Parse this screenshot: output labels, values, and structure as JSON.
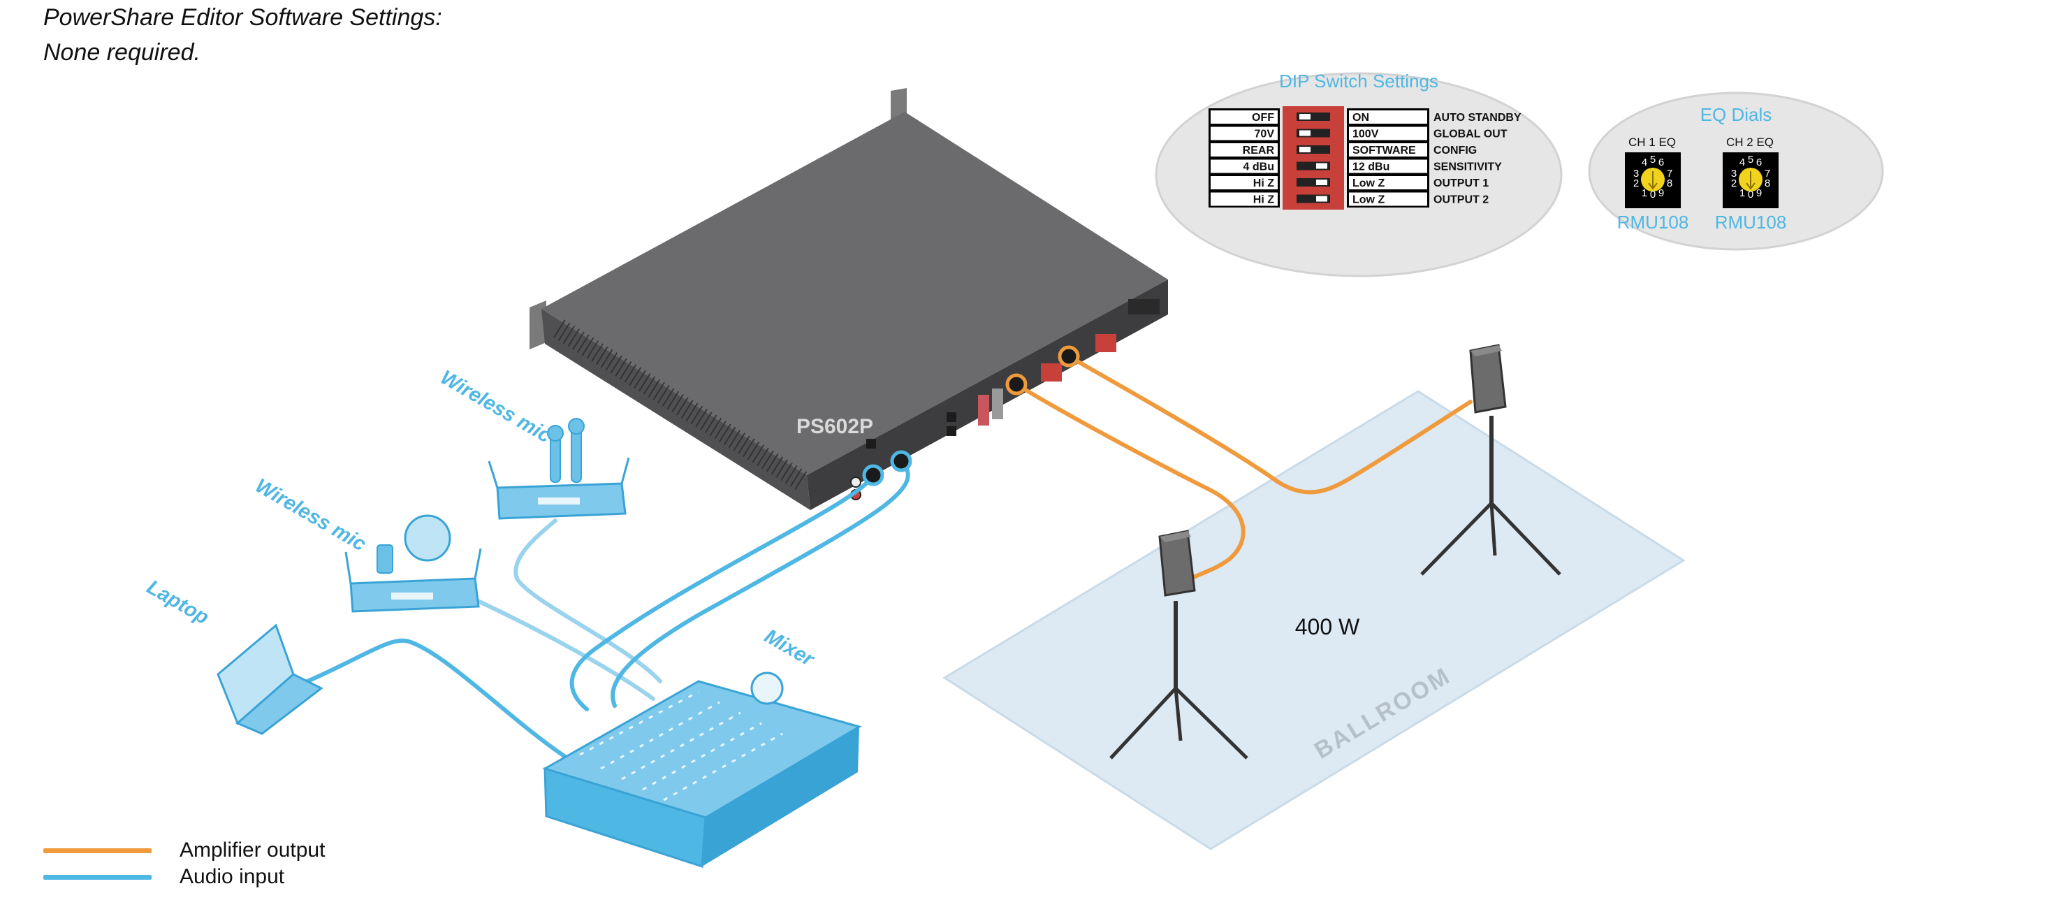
{
  "notes": {
    "line1": "PowerShare Editor Software Settings:",
    "line2": "None required."
  },
  "amplifier": {
    "model": "PS602P"
  },
  "devices": {
    "wireless_mic_top": "Wireless mic",
    "wireless_mic_headset": "Wireless mic",
    "laptop": "Laptop",
    "mixer": "Mixer"
  },
  "room": {
    "label": "BALLROOM",
    "power": "400 W"
  },
  "dip_switch": {
    "title": "DIP Switch Settings",
    "left_labels": [
      "OFF",
      "70V",
      "REAR",
      "4 dBu",
      "Hi Z",
      "Hi Z"
    ],
    "right_labels": [
      "ON",
      "100V",
      "SOFTWARE",
      "12 dBu",
      "Low Z",
      "Low Z"
    ],
    "functions": [
      "AUTO STANDBY",
      "GLOBAL OUT",
      "CONFIG",
      "SENSITIVITY",
      "OUTPUT 1",
      "OUTPUT 2"
    ],
    "positions": [
      "left",
      "left",
      "left",
      "right",
      "right",
      "right"
    ]
  },
  "eq_dials": {
    "title": "EQ Dials",
    "ch1": {
      "label": "CH 1 EQ",
      "model": "RMU108",
      "digits": [
        "4",
        "5",
        "6",
        "3",
        "7",
        "2",
        "8",
        "1",
        "0",
        "9"
      ]
    },
    "ch2": {
      "label": "CH 2 EQ",
      "model": "RMU108",
      "digits": [
        "4",
        "5",
        "6",
        "3",
        "7",
        "2",
        "8",
        "1",
        "0",
        "9"
      ]
    }
  },
  "legend": {
    "amplifier_output": {
      "label": "Amplifier output",
      "color": "#ef9a3c"
    },
    "audio_input": {
      "label": "Audio input",
      "color": "#4fb7e3"
    }
  },
  "colors": {
    "accent_blue": "#4fb7e3",
    "cable_orange": "#ef9a3c",
    "dip_red": "#c8403a",
    "floor": "#dbe9f3"
  }
}
